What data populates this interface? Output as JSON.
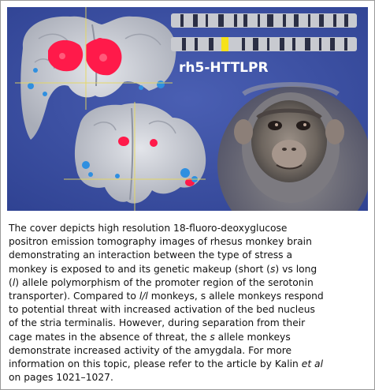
{
  "figure": {
    "gene_label": "rh5-HTTLPR",
    "colors": {
      "background": "#3a4fa0",
      "brain_gray": "#c9ccd2",
      "activation_red": "#ff1a4a",
      "activation_blue": "#2f8fe0",
      "highlight_yellow": "#f6e21a",
      "crosshair": "#e7d85a"
    }
  },
  "caption": {
    "lines": [
      [
        "The cover depicts high resolution 18-fluoro-deoxyglucose"
      ],
      [
        "positron emission tomography images of rhesus monkey brain"
      ],
      [
        "demonstrating an interaction between the type of stress a"
      ],
      [
        "monkey is exposed to and its genetic makeup (short (",
        "s",
        ") vs long"
      ],
      [
        "(",
        "l",
        ") allele polymorphism of the promoter region of the serotonin"
      ],
      [
        "transporter). Compared to ",
        "l/l",
        " monkeys, s allele monkeys respond"
      ],
      [
        "to potential threat with increased activation of the bed nucleus"
      ],
      [
        "of the stria terminalis. However, during separation from their"
      ],
      [
        "cage mates in the absence of threat, the ",
        "s",
        " allele monkeys"
      ],
      [
        "demonstrate increased activity of the amygdala. For more"
      ],
      [
        "information on this topic, please refer to the article by Kalin ",
        "et al"
      ],
      [
        "on pages 1021–1027."
      ]
    ]
  }
}
